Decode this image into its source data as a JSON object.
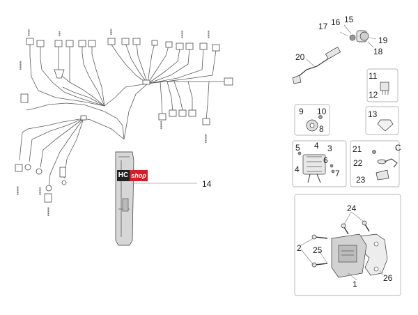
{
  "callouts": {
    "n1": "1",
    "n2": "2",
    "n3": "3",
    "n4a": "4",
    "n4b": "4",
    "n5": "5",
    "n6": "6",
    "n7": "7",
    "n8": "8",
    "n9": "9",
    "n10": "10",
    "n11": "11",
    "n12": "12",
    "n13": "13",
    "n14": "14",
    "n15": "15",
    "n16": "16",
    "n17": "17",
    "n18": "18",
    "n19": "19",
    "n20": "20",
    "n21": "21",
    "n22": "22",
    "n23": "23",
    "n24": "24",
    "n25": "25",
    "n26": "26",
    "nC": "C"
  },
  "watermark": {
    "left": "HC",
    "right": "shop"
  },
  "colors": {
    "wire": "#5a5a5a",
    "panel_border": "#b5b5b5",
    "watermark_red": "#d31d28",
    "watermark_dark": "#222222"
  }
}
